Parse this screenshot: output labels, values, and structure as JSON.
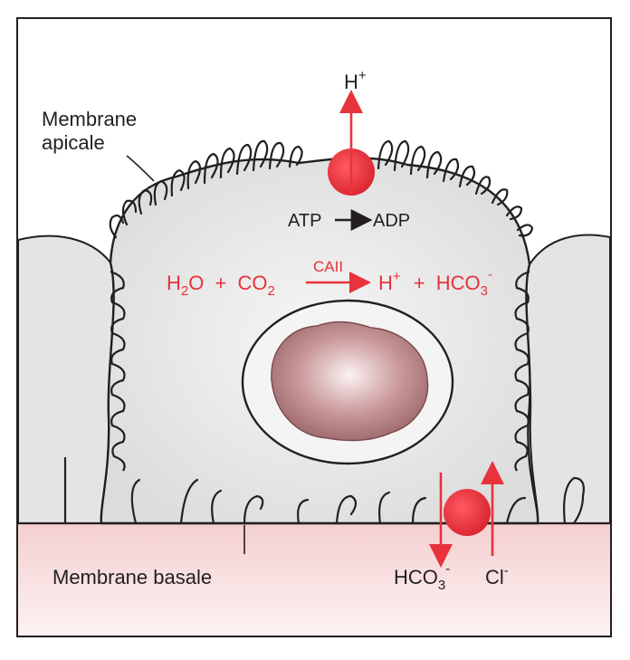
{
  "labels": {
    "apical_line1": "Membrane",
    "apical_line2": "apicale",
    "basal": "Membrane basale",
    "proton_pump_out": {
      "base": "H",
      "sup": "+"
    },
    "atp_reaction": {
      "from": "ATP",
      "to": "ADP"
    },
    "reaction": {
      "h2o_base": "H",
      "h2o_sub": "2",
      "h2o_end": "O",
      "plus1": "+",
      "co2_base": "CO",
      "co2_sub": "2",
      "enzyme": "CAII",
      "h_base": "H",
      "h_sup": "+",
      "plus2": "+",
      "hco3_base": "HCO",
      "hco3_sub": "3",
      "hco3_sup": "-"
    },
    "exchanger": {
      "hco3_base": "HCO",
      "hco3_sub": "3",
      "hco3_sup": "-",
      "cl_base": "Cl",
      "cl_sup": "-"
    }
  },
  "colors": {
    "accent_red": "#e8323c",
    "ink": "#231f20",
    "cytoplasm": "#e6e6e6",
    "nucleus": "#b98a8c",
    "basal_zone": "#f9e3e3"
  }
}
